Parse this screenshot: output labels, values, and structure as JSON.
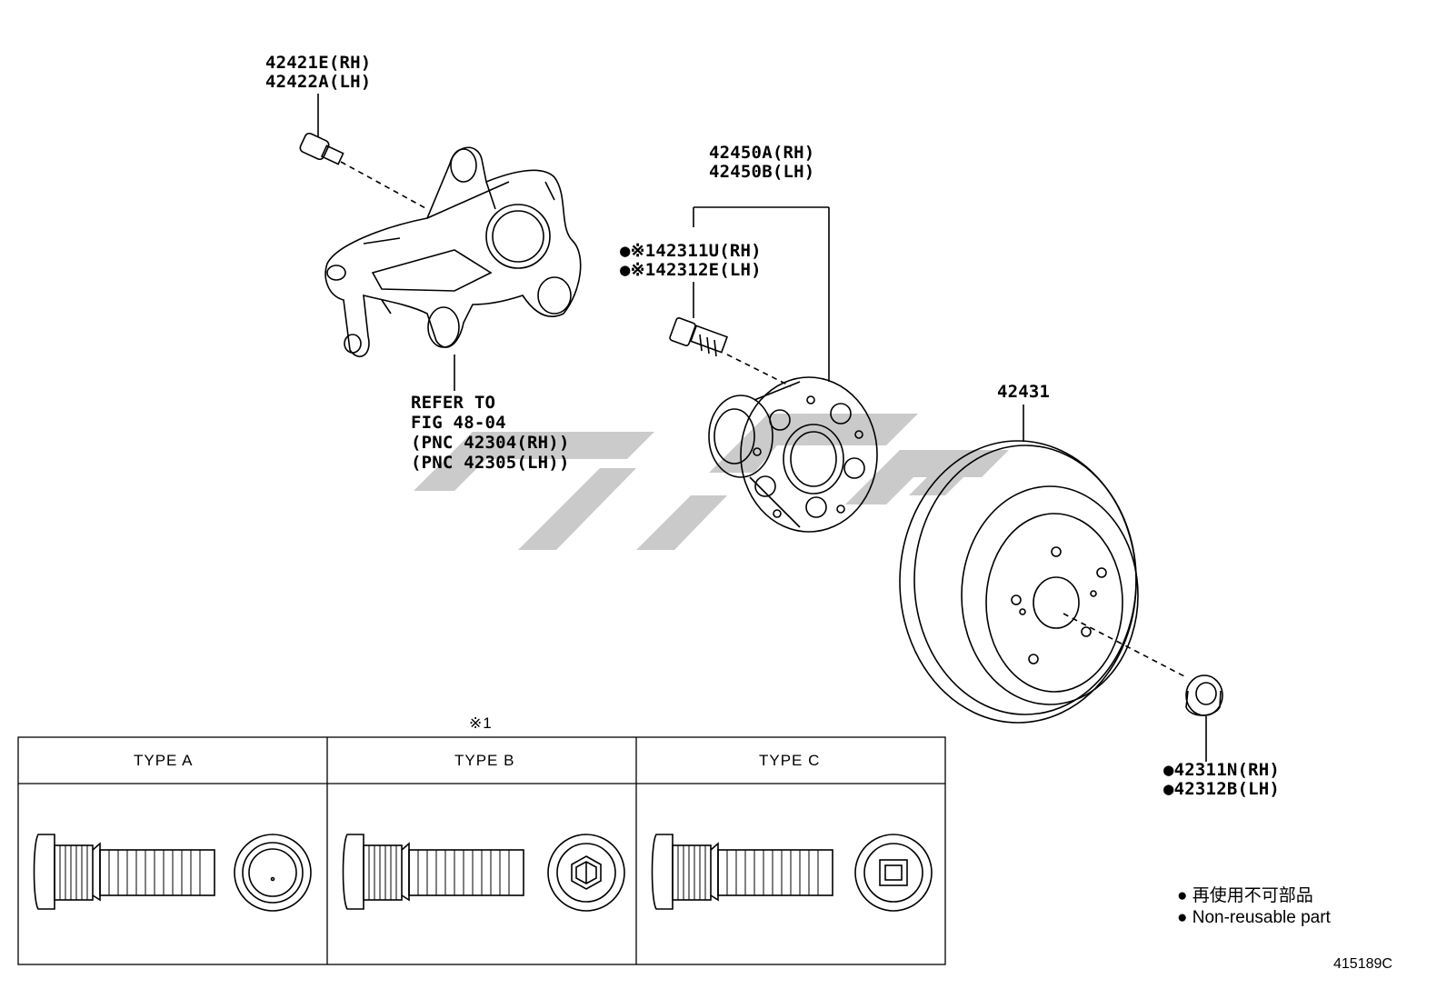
{
  "callouts": {
    "bolt_rh": "42421E(RH)",
    "bolt_lh": "42422A(LH)",
    "hub_rh": "42450A(RH)",
    "hub_lh": "42450B(LH)",
    "stud_rh": "●※142311U(RH)",
    "stud_lh": "●※142312E(LH)",
    "refer_1": "REFER TO",
    "refer_2": "FIG 48-04",
    "refer_3": "(PNC 42304(RH))",
    "refer_4": "(PNC 42305(LH))",
    "disc": "42431",
    "nut_rh": "●42311N(RH)",
    "nut_lh": "●42312B(LH)"
  },
  "table": {
    "mark": "※1",
    "headers": [
      "TYPE A",
      "TYPE B",
      "TYPE C"
    ]
  },
  "legend": {
    "jp": "● 再使用不可部品",
    "en": "● Non-reusable part"
  },
  "figure_number": "415189C",
  "colors": {
    "line": "#000000",
    "watermark": "#c8c8c8"
  }
}
